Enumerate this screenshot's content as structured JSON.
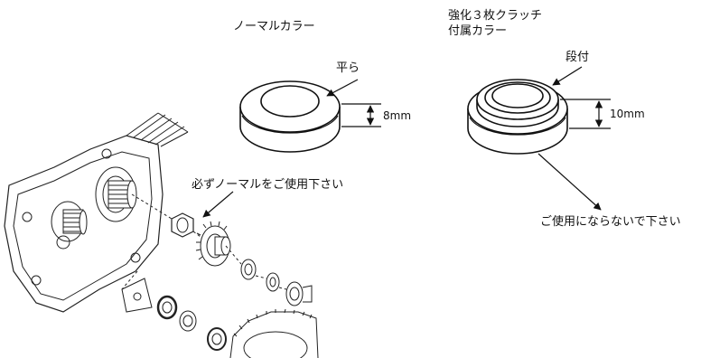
{
  "normal_collar": {
    "title": "ノーマルカラー",
    "face_label": "平ら",
    "dimension": "8mm",
    "instruction": "必ずノーマルをご使用下さい"
  },
  "reinforced_collar": {
    "title_line1": "強化３枚クラッチ",
    "title_line2": "付属カラー",
    "face_label": "段付",
    "dimension": "10mm",
    "warning": "ご使用にならないで下さい"
  }
}
